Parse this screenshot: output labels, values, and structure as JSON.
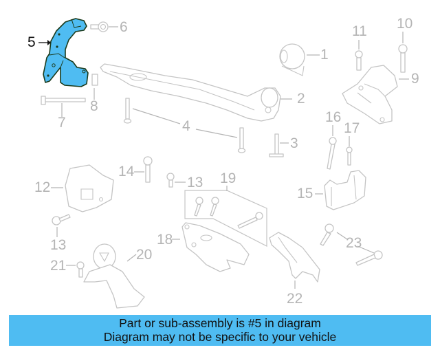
{
  "diagram": {
    "highlighted_part": "5",
    "colors": {
      "highlight_fill": "#4fbcf2",
      "highlight_stroke": "#1b3a1b",
      "inactive_line": "#c4c4c4",
      "inactive_label": "#b4b4b4",
      "banner": "#4fbcf2"
    },
    "callouts": [
      {
        "id": "1",
        "label": "1"
      },
      {
        "id": "2",
        "label": "2"
      },
      {
        "id": "3",
        "label": "3"
      },
      {
        "id": "4",
        "label": "4"
      },
      {
        "id": "5",
        "label": "5"
      },
      {
        "id": "6",
        "label": "6"
      },
      {
        "id": "7",
        "label": "7"
      },
      {
        "id": "8",
        "label": "8"
      },
      {
        "id": "9",
        "label": "9"
      },
      {
        "id": "10",
        "label": "10"
      },
      {
        "id": "11",
        "label": "11"
      },
      {
        "id": "12",
        "label": "12"
      },
      {
        "id": "13a",
        "label": "13"
      },
      {
        "id": "13b",
        "label": "13"
      },
      {
        "id": "14",
        "label": "14"
      },
      {
        "id": "15",
        "label": "15"
      },
      {
        "id": "16",
        "label": "16"
      },
      {
        "id": "17",
        "label": "17"
      },
      {
        "id": "18",
        "label": "18"
      },
      {
        "id": "19",
        "label": "19"
      },
      {
        "id": "20",
        "label": "20"
      },
      {
        "id": "21",
        "label": "21"
      },
      {
        "id": "22",
        "label": "22"
      },
      {
        "id": "23",
        "label": "23"
      }
    ]
  },
  "banner": {
    "line1": "Part or sub-assembly is #5 in diagram",
    "line2": "Diagram may not be specific to your vehicle"
  }
}
